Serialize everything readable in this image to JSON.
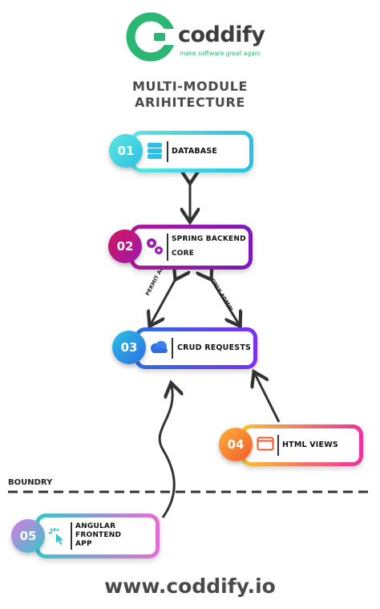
{
  "brand": {
    "name": "coddify",
    "tagline": "make software great again",
    "logo_color": "#2bb673",
    "website": "www.coddify.io"
  },
  "title": {
    "line1": "MULTI-MODULE",
    "line2": "ARIHITECTURE"
  },
  "modules": [
    {
      "number": "01",
      "label": "DATABASE",
      "icon": "database-icon",
      "color": "#2bc0e4"
    },
    {
      "number": "02",
      "label": "SPRING BACKEND CORE",
      "label_line1": "SPRING BACKEND",
      "label_line2": "CORE",
      "icon": "gears-icon",
      "color": "#b0189b"
    },
    {
      "number": "03",
      "label": "CRUD REQUESTS",
      "icon": "cloud-icon",
      "color": "#2d6fe0"
    },
    {
      "number": "04",
      "label": "HTML VIEWS",
      "icon": "browser-window-icon",
      "color": "#f25a2c"
    },
    {
      "number": "05",
      "label": "ANGULAR FRONTEND APP",
      "label_line1": "ANGULAR",
      "label_line2": "FRONTEND",
      "label_line3": "APP",
      "icon": "cursor-click-icon",
      "color": "#35c7c9"
    }
  ],
  "arrow_labels": {
    "permit_all": "PERMIT ALL",
    "only_admin": "ONLY ADMIN"
  },
  "boundary_label": "BOUNDRY"
}
